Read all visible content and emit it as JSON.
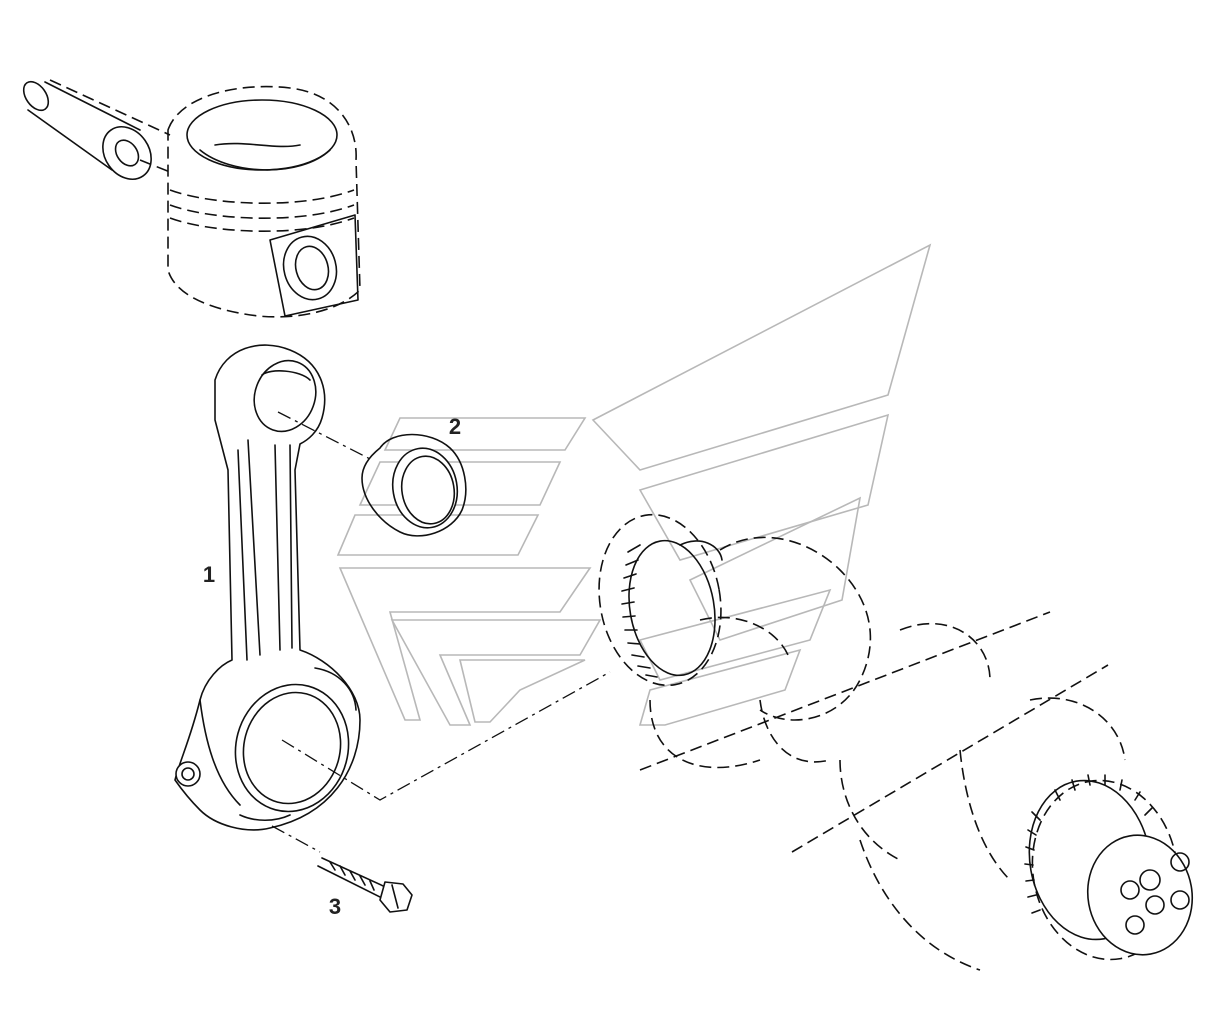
{
  "callouts": {
    "connecting_rod": "1",
    "bearing_shell": "2",
    "rod_bolt": "3"
  },
  "colors": {
    "line": "#111111",
    "watermark": "#b8b8b8",
    "background": "#ffffff",
    "label": "#222222"
  }
}
